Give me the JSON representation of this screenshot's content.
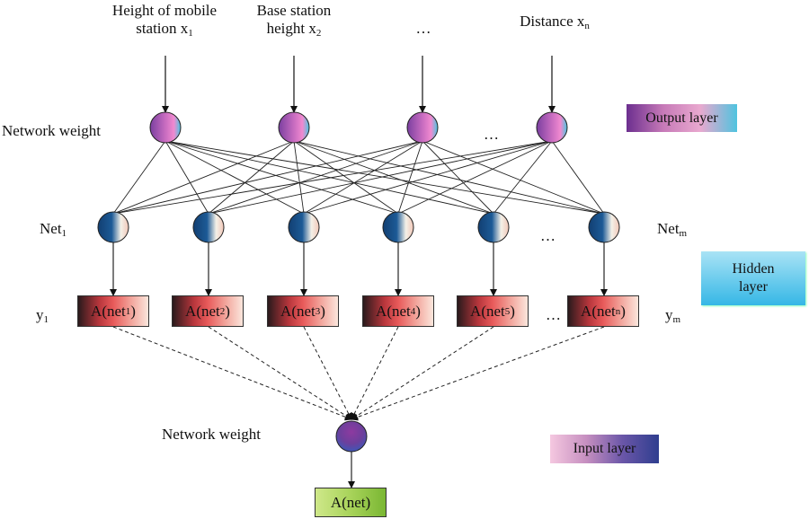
{
  "inputs": [
    {
      "line1": "Height of mobile",
      "line2": "station x",
      "sub": "1"
    },
    {
      "line1": "Base station",
      "line2": "height x",
      "sub": "2"
    },
    {
      "line1": "…",
      "line2": "",
      "sub": ""
    },
    {
      "line1": "Distance x",
      "line2": "",
      "sub": "n"
    }
  ],
  "labels": {
    "network_weight_top": "Network weight",
    "network_weight_bottom": "Network weight",
    "top_ellipsis": "…",
    "hidden_ellipsis": "…",
    "box_ellipsis": "…",
    "net_left": "Net",
    "net_left_sub": "1",
    "net_right": "Net",
    "net_right_sub": "m",
    "y_left": "y",
    "y_left_sub": "1",
    "y_right": "y",
    "y_right_sub": "m"
  },
  "activation_boxes": [
    {
      "text": "A(net",
      "sub": "1",
      "close": ")"
    },
    {
      "text": "A(net",
      "sub": "2",
      "close": ")"
    },
    {
      "text": "A(net",
      "sub": "3",
      "close": ")"
    },
    {
      "text": "A(net",
      "sub": "4",
      "close": ")"
    },
    {
      "text": "A(net",
      "sub": "5",
      "close": ")"
    },
    {
      "text": "A(net",
      "sub": "n",
      "close": ")"
    }
  ],
  "output_box": "A(net)",
  "legend": {
    "output_layer": "Output layer",
    "hidden_layer_line1": "Hidden",
    "hidden_layer_line2": "layer",
    "input_layer": "Input layer"
  },
  "colors": {
    "top_node_gradient": [
      "#7a3fa0",
      "#c86cc0",
      "#f08ad0",
      "#49c6e0"
    ],
    "hidden_node_gradient": [
      "#123f72",
      "#1c5a96",
      "#f4f1e8",
      "#f1c7b8"
    ],
    "bottom_node_gradient": [
      "#8d3aa0",
      "#6c3f9c",
      "#3f56b6"
    ]
  }
}
